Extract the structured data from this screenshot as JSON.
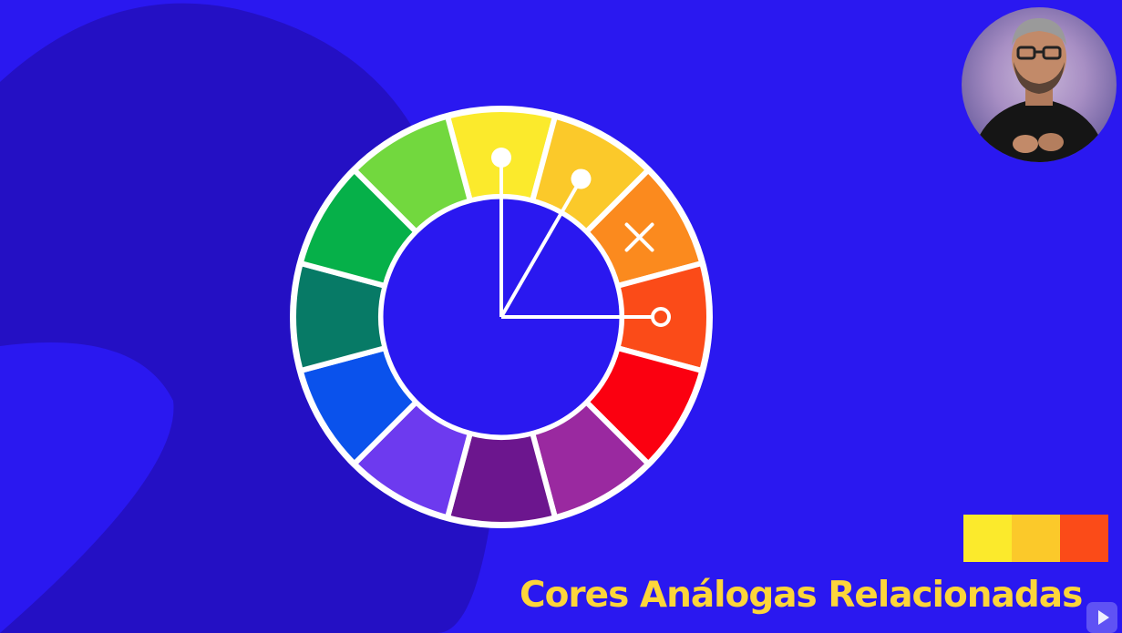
{
  "colors": {
    "background": "#2a18f0",
    "background_shape": "#2410c4",
    "wheel_stroke": "#ffffff",
    "marker": "#ffffff",
    "caption": "#fcd53a"
  },
  "color_wheel": {
    "segments": [
      {
        "name": "yellow",
        "color": "#fbea2c"
      },
      {
        "name": "yellow-orange",
        "color": "#fbc92a"
      },
      {
        "name": "orange",
        "color": "#fb8a1e"
      },
      {
        "name": "red-orange",
        "color": "#fb4b18"
      },
      {
        "name": "red",
        "color": "#fb0010"
      },
      {
        "name": "red-violet",
        "color": "#9a29a0"
      },
      {
        "name": "violet",
        "color": "#6c168e"
      },
      {
        "name": "blue-violet",
        "color": "#6d3aef"
      },
      {
        "name": "blue",
        "color": "#0a52ec"
      },
      {
        "name": "blue-green",
        "color": "#077a66"
      },
      {
        "name": "green",
        "color": "#06b049"
      },
      {
        "name": "yellow-green",
        "color": "#72d83e"
      }
    ],
    "markers": [
      {
        "segment": 0,
        "type": "dot"
      },
      {
        "segment": 1,
        "type": "dot"
      },
      {
        "segment": 3,
        "type": "ring"
      }
    ],
    "rejected_marker": {
      "segment": 2,
      "icon": "x-icon"
    }
  },
  "palette": {
    "swatches": [
      "#fbea2c",
      "#fbc92a",
      "#fb4b18"
    ]
  },
  "caption": "Cores Análogas Relacionadas",
  "icons": {
    "avatar": "presenter-avatar-icon",
    "play": "play-icon"
  }
}
